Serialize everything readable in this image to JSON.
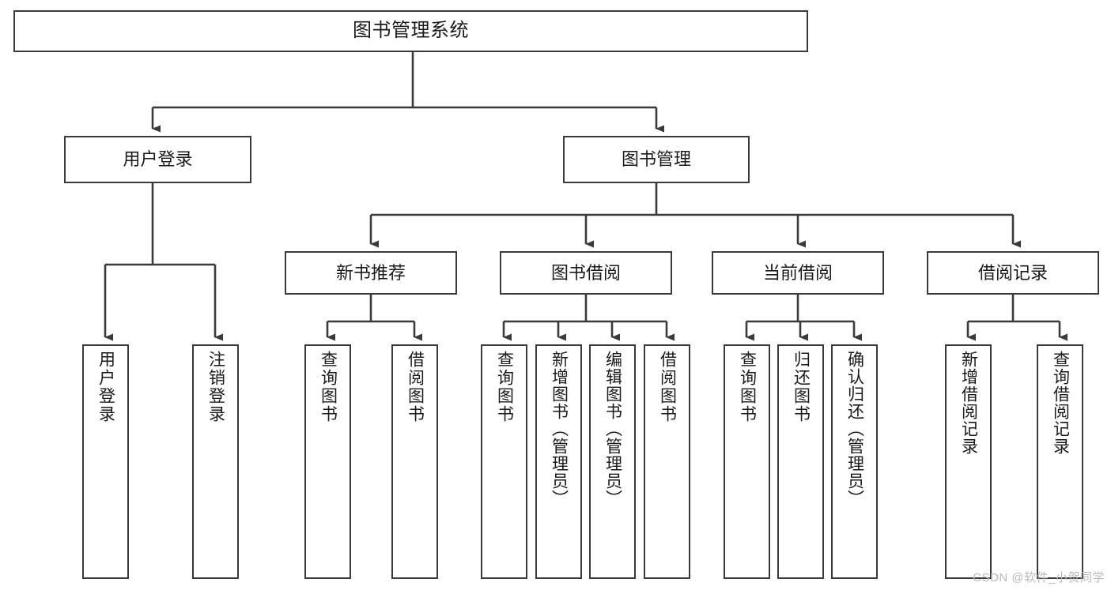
{
  "diagram": {
    "title": "图书管理系统",
    "type": "hierarchy-tree",
    "stroke_color": "#3a3a3a",
    "box_fill": "#ffffff",
    "text_color": "#1a1a1a"
  },
  "root": {
    "label": "图书管理系统"
  },
  "level1": [
    {
      "label": "用户登录"
    },
    {
      "label": "图书管理"
    }
  ],
  "level2": [
    {
      "label": "新书推荐"
    },
    {
      "label": "图书借阅"
    },
    {
      "label": "当前借阅"
    },
    {
      "label": "借阅记录"
    }
  ],
  "leaves": {
    "user_login": [
      {
        "label": "用户登录"
      },
      {
        "label": "注销登录"
      }
    ],
    "new_book": [
      {
        "label": "查询图书"
      },
      {
        "label": "借阅图书"
      }
    ],
    "book_borrow": [
      {
        "label": "查询图书"
      },
      {
        "label": "新增图书（管理员）"
      },
      {
        "label": "编辑图书（管理员）"
      },
      {
        "label": "借阅图书"
      }
    ],
    "current_borrow": [
      {
        "label": "查询图书"
      },
      {
        "label": "归还图书"
      },
      {
        "label": "确认归还（管理员）"
      }
    ],
    "borrow_record": [
      {
        "label": "新增借阅记录"
      },
      {
        "label": "查询借阅记录"
      }
    ]
  },
  "watermark": {
    "text": "CSDN @软件_小贺同学"
  }
}
